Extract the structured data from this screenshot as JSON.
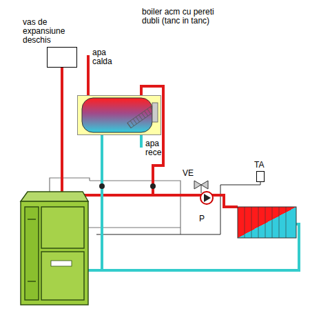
{
  "diagram": {
    "nodes": [
      {
        "text": [
          "vas de expansiune deschis"
        ]
      },
      {
        "text": [
          "boiler acm cu pereti dubli (tanc in tanc)"
        ]
      },
      {
        "text": [
          "TA"
        ]
      }
    ],
    "labels": [
      "apa calda",
      "apa rece",
      "VE",
      "P"
    ]
  }
}
